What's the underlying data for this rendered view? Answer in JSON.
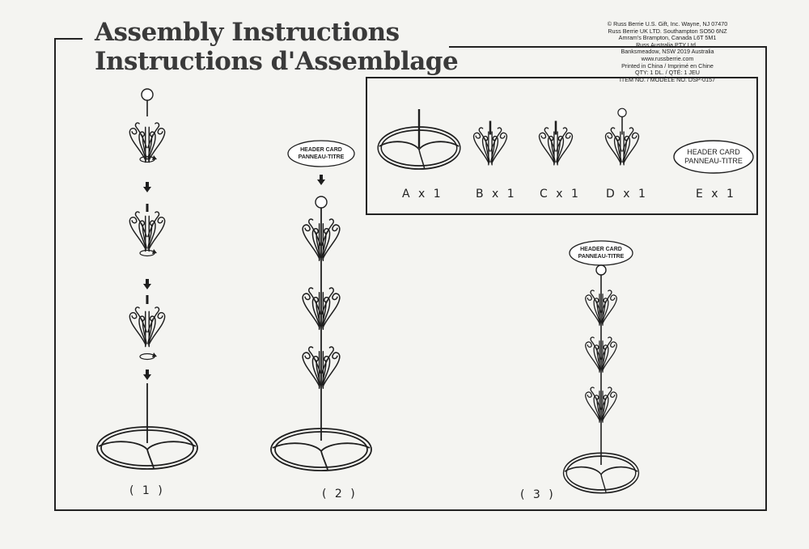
{
  "title": {
    "en": "Assembly Instructions",
    "fr": "Instructions d'Assemblage"
  },
  "copyright": {
    "lines": [
      "© Russ Berrie U.S. Gift, Inc. Wayne, NJ 07470",
      "Russ Berrie UK LTD. Southampton SO50 6NZ",
      "Amram's  Brampton, Canada  L6T 5M1",
      "Russ Australia PTY Ltd.,",
      "Banksmeadow, NSW 2019 Australia",
      "www.russberrie.com",
      "Printed in China / Imprimé en Chine",
      "QTY: 1 DL. / QTÉ: 1 JEU",
      "ITEM NO. / MODÈLE NO. DSP-0157"
    ]
  },
  "parts": [
    {
      "label": "A x 1",
      "icon": "base-ring-icon"
    },
    {
      "label": "B x 1",
      "icon": "tier-bottom-icon"
    },
    {
      "label": "C x 1",
      "icon": "tier-middle-icon"
    },
    {
      "label": "D x 1",
      "icon": "tier-top-icon"
    },
    {
      "label": "E x 1",
      "icon": "header-card-icon"
    }
  ],
  "header_card": {
    "line1": "HEADER CARD",
    "line2": "PANNEAU-TITRE"
  },
  "steps": [
    {
      "label": "( 1 )"
    },
    {
      "label": "( 2 )"
    },
    {
      "label": "( 3 )"
    }
  ]
}
